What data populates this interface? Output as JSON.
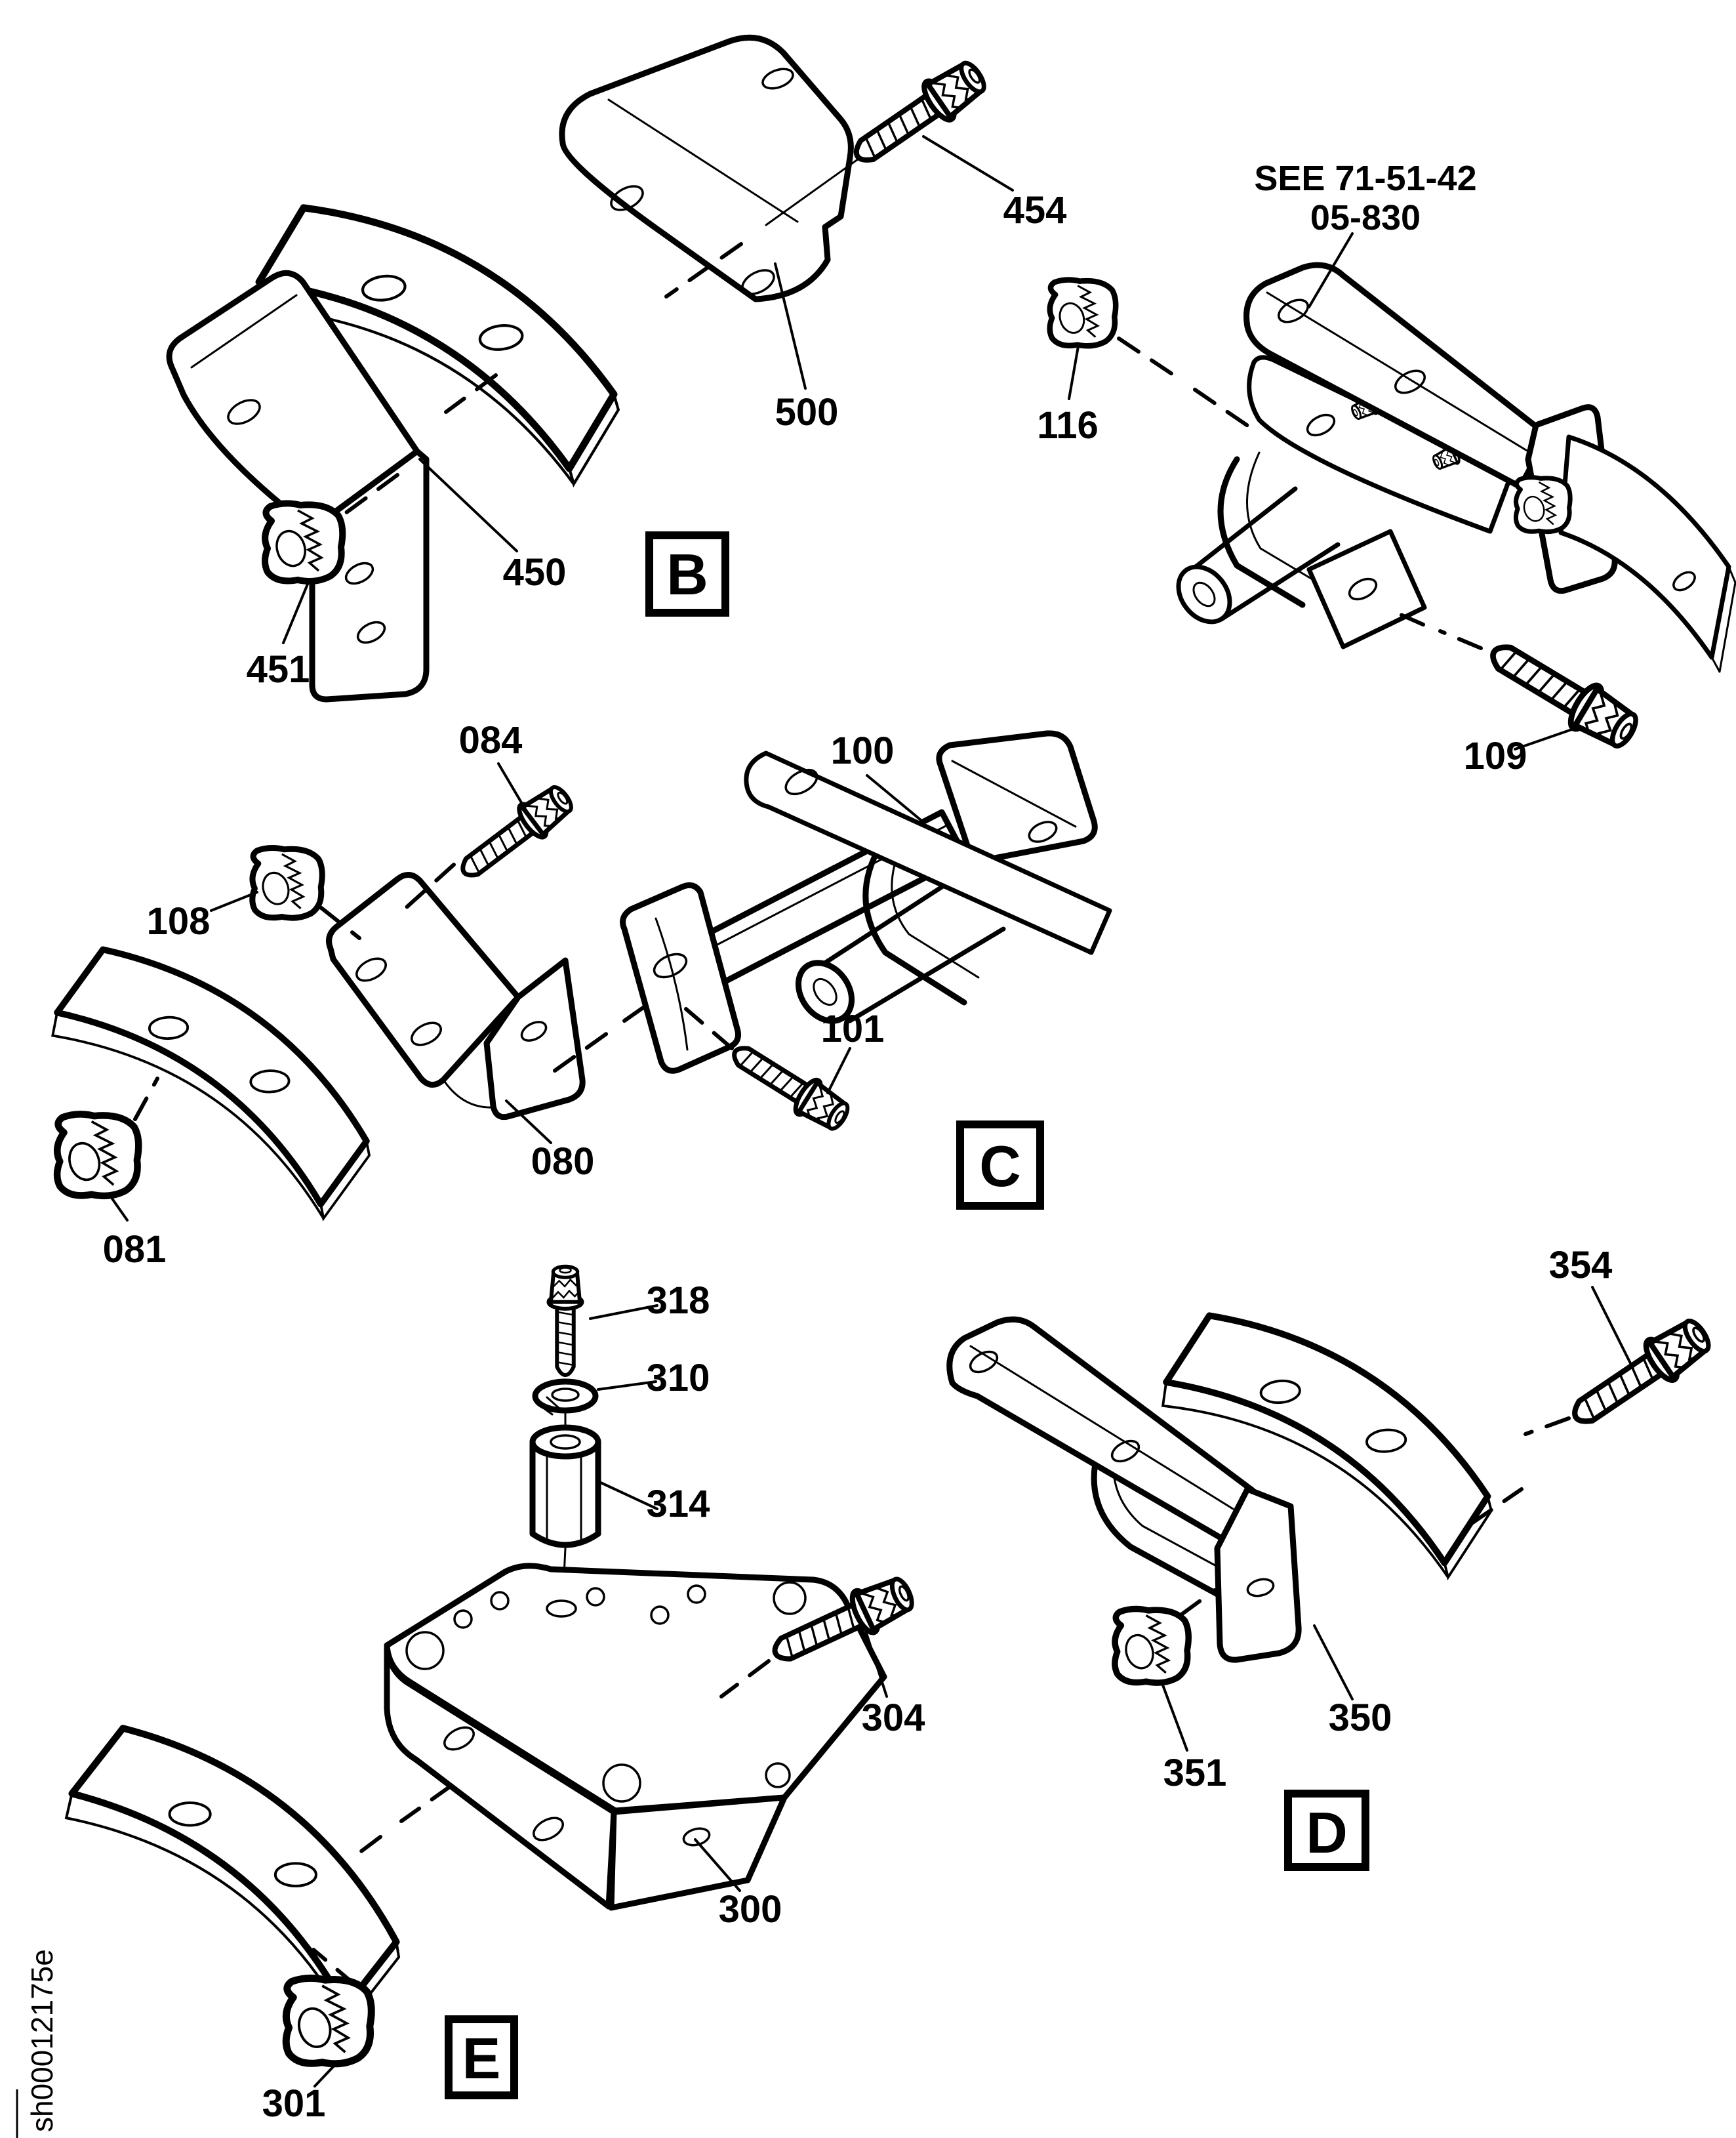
{
  "diagram": {
    "type": "exploded-parts-diagram",
    "footer_code": "sh00012175e",
    "reference_note": {
      "line1": "SEE 71-51-42",
      "line2": "05-830"
    },
    "view_labels": {
      "B": "B",
      "C": "C",
      "D": "D",
      "E": "E"
    },
    "part_labels": {
      "080": "080",
      "081": "081",
      "084": "084",
      "100": "100",
      "101": "101",
      "108": "108",
      "109": "109",
      "116": "116",
      "300": "300",
      "301": "301",
      "304": "304",
      "310": "310",
      "314": "314",
      "318": "318",
      "350": "350",
      "351": "351",
      "354": "354",
      "450": "450",
      "451": "451",
      "454": "454",
      "500": "500"
    },
    "colors": {
      "ink": "#000000",
      "paper": "#ffffff"
    }
  }
}
